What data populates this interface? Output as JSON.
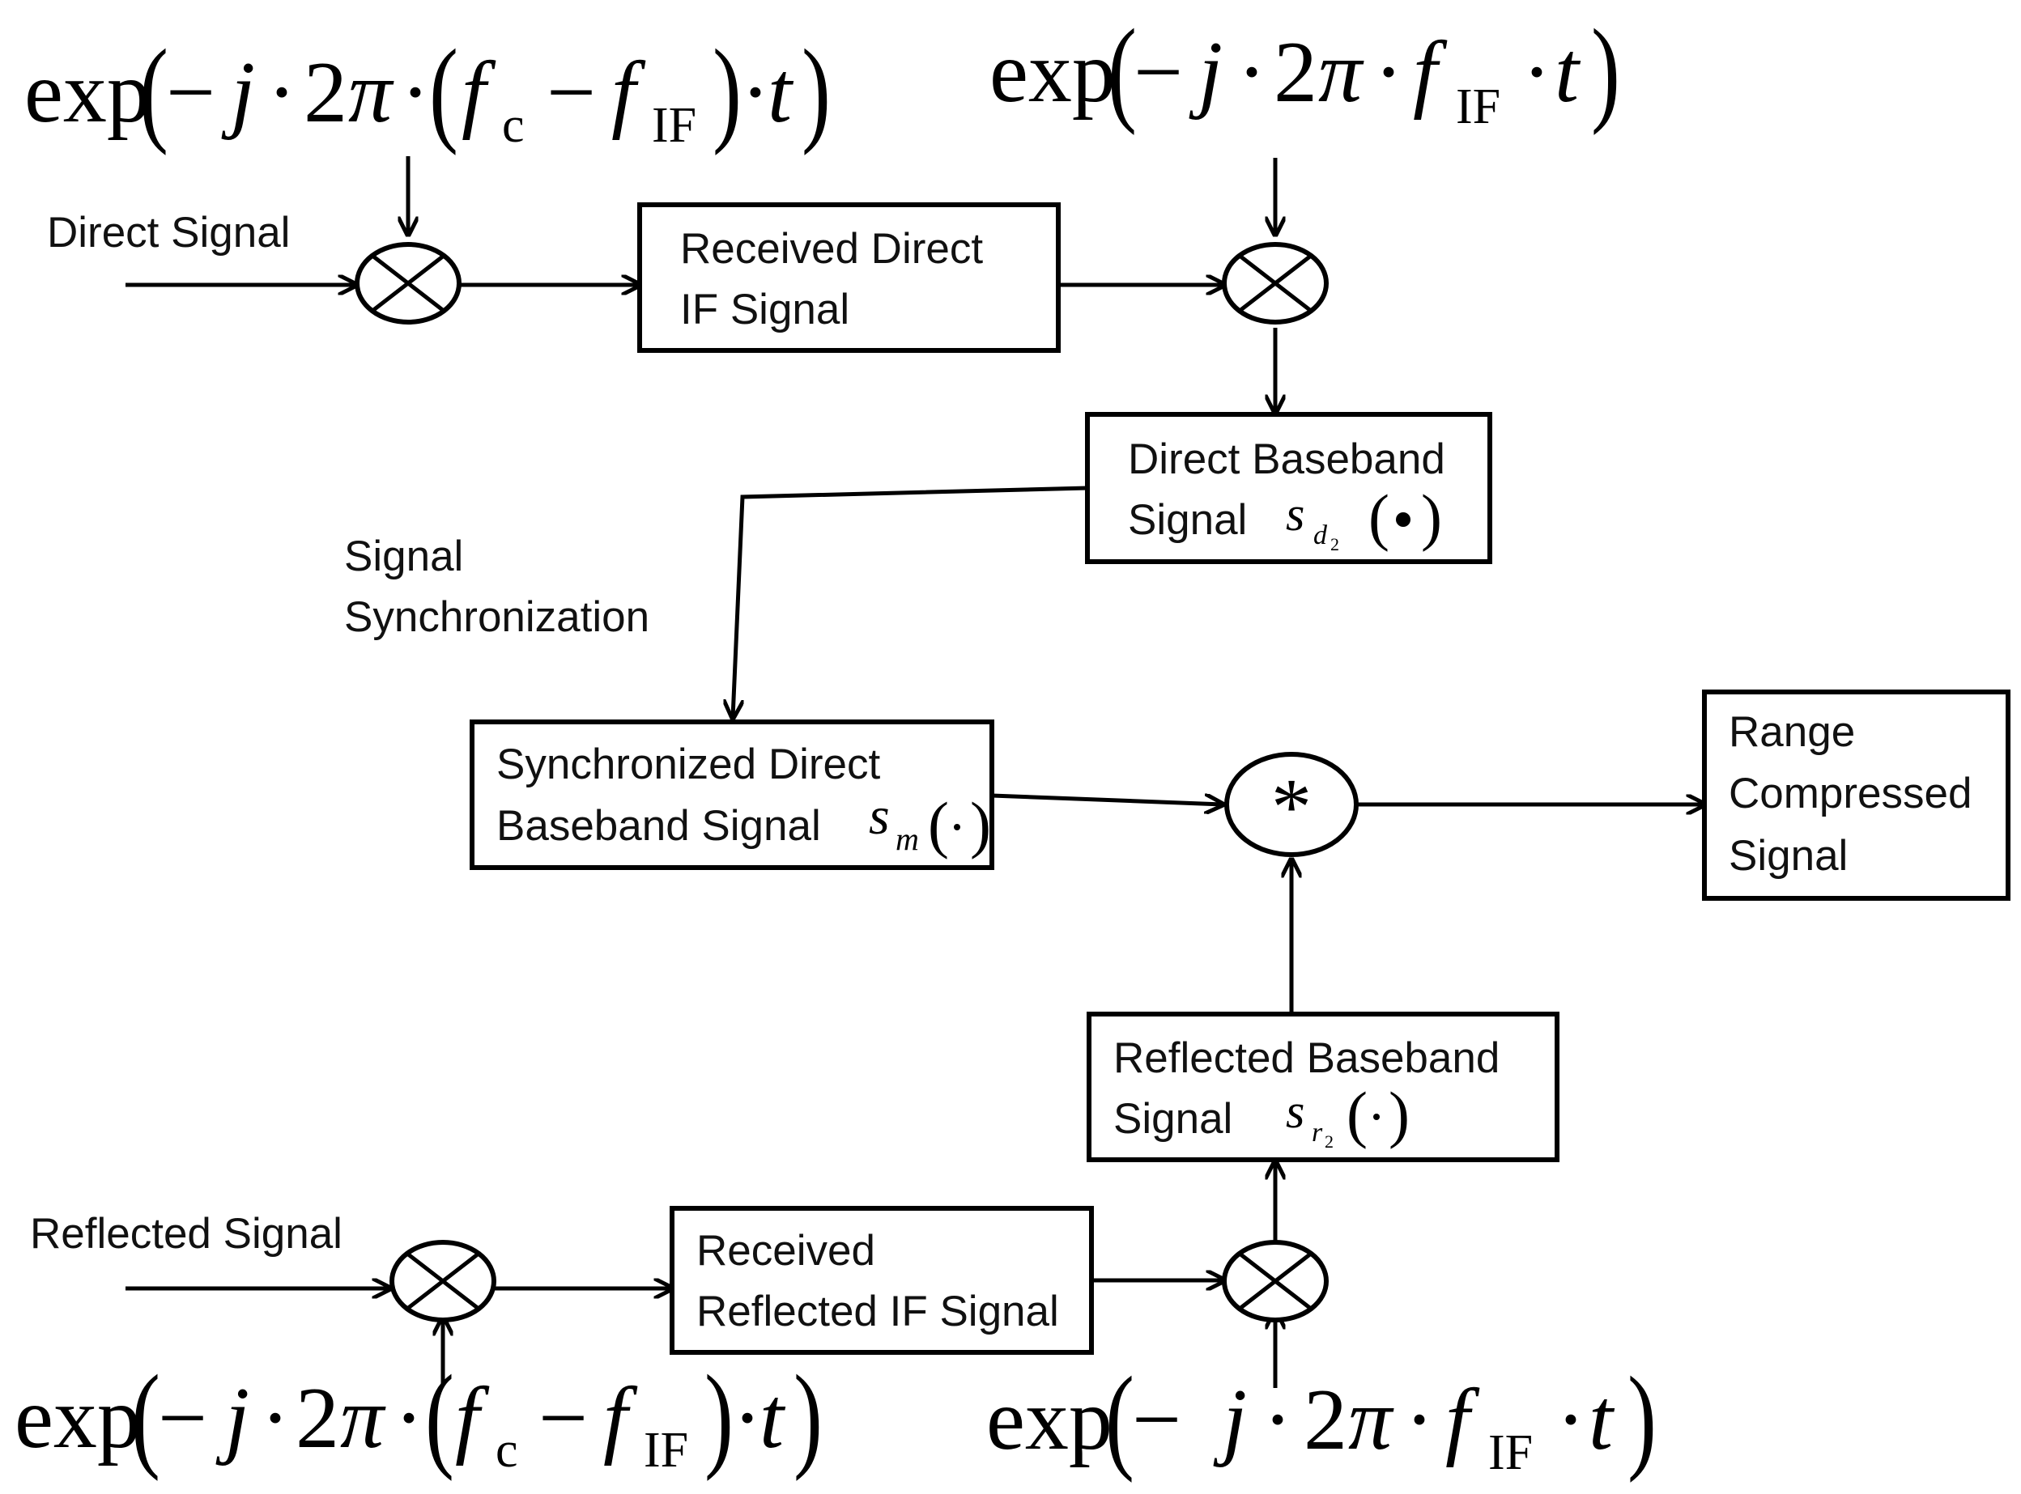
{
  "inputs": {
    "direct_signal": "Direct Signal",
    "reflected_signal": "Reflected Signal"
  },
  "oscillators": {
    "top_left": {
      "exp": "exp",
      "j": "j",
      "two": "2",
      "pi": "π",
      "f": "f",
      "c": "c",
      "if_sub": "IF",
      "t": "t"
    },
    "top_right": {
      "exp": "exp",
      "j": "j",
      "two": "2",
      "pi": "π",
      "f": "f",
      "if_sub": "IF",
      "t": "t"
    },
    "bottom_left": {
      "exp": "exp",
      "j": "j",
      "two": "2",
      "pi": "π",
      "f": "f",
      "c": "c",
      "if_sub": "IF",
      "t": "t"
    },
    "bottom_right": {
      "exp": "exp",
      "j": "j",
      "two": "2",
      "pi": "π",
      "f": "f",
      "if_sub": "IF",
      "t": "t"
    }
  },
  "blocks": {
    "received_direct_if": {
      "line1": "Received Direct",
      "line2": "IF Signal"
    },
    "direct_baseband": {
      "line1": "Direct Baseband",
      "line2": "Signal",
      "symbol": "s",
      "sub": "d",
      "subsub": "2"
    },
    "synchronized_direct": {
      "line1": "Synchronized Direct",
      "line2": "Baseband Signal",
      "symbol": "s",
      "sub": "m"
    },
    "range_compressed": {
      "line1": "Range",
      "line2": "Compressed",
      "line3": "Signal"
    },
    "reflected_baseband": {
      "line1": "Reflected Baseband",
      "line2": "Signal",
      "symbol": "s",
      "sub": "r",
      "subsub": "2"
    },
    "received_reflected_if": {
      "line1": "Received",
      "line2": "Reflected IF Signal"
    }
  },
  "annotations": {
    "sync_line1": "Signal",
    "sync_line2": "Synchronization"
  },
  "operators": {
    "correlation": "*"
  }
}
